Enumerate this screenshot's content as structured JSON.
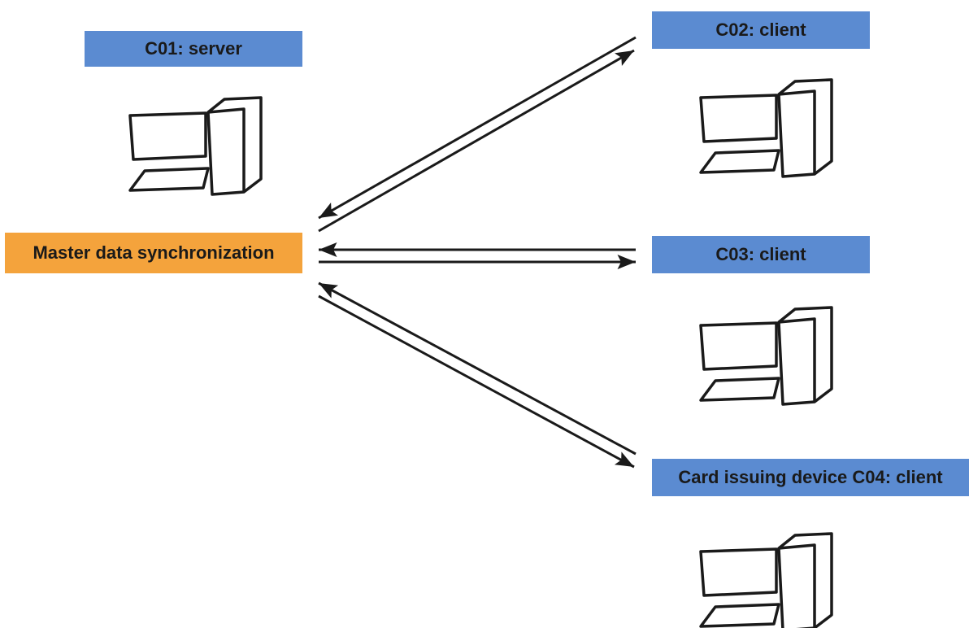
{
  "colors": {
    "node_label_bg": "#5b8bd1",
    "sync_label_bg": "#f4a33c",
    "stroke": "#1a1a1a"
  },
  "nodes": {
    "c01": {
      "label": "C01: server",
      "icon": "desktop-computer-icon"
    },
    "c02": {
      "label": "C02: client",
      "icon": "desktop-computer-icon"
    },
    "c03": {
      "label": "C03: client",
      "icon": "desktop-computer-icon"
    },
    "c04": {
      "label": "Card issuing device C04: client",
      "icon": "desktop-computer-icon"
    }
  },
  "sync": {
    "label": "Master data synchronization"
  },
  "connections": [
    {
      "from": "sync",
      "to": "c02",
      "direction": "bidirectional"
    },
    {
      "from": "sync",
      "to": "c03",
      "direction": "bidirectional"
    },
    {
      "from": "sync",
      "to": "c04",
      "direction": "bidirectional"
    }
  ]
}
